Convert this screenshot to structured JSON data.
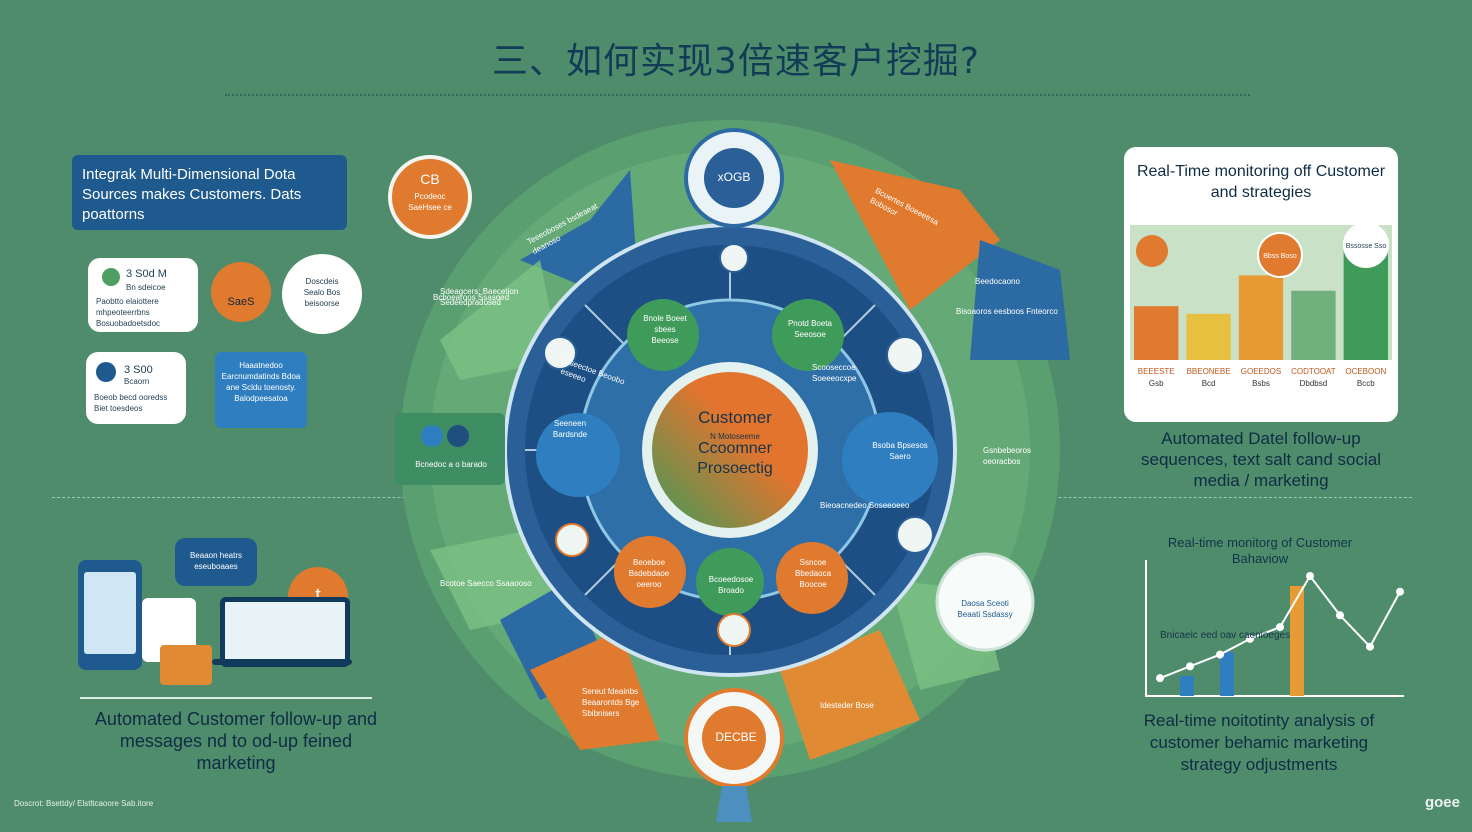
{
  "title": "三、如何实现3倍速客户挖掘?",
  "colors": {
    "background": "#4f8c6c",
    "blue": "#1f5a8e",
    "orange": "#e07a2e",
    "green": "#4f9f63",
    "navy": "#173a5e"
  },
  "left": {
    "header_box": "Integrak Multi-Dimensional Dota Sources makes Customers. Dats poattorns",
    "orange_badge": {
      "big": "CB",
      "small": "Pcodeoc SaeHsee ce"
    },
    "card1": {
      "title": "3 S0d M",
      "sub": "Bn sdeicoe",
      "lines": "Paobtto elaiottere mhpeoteerrbns Bosuobadoetsdoc"
    },
    "scope_badge": "SaeS",
    "bubble1": "Doscdeis Sealo Bos beisoorse",
    "card2": {
      "title": "3 S00",
      "sub": "Bcaorn",
      "lines": "Boeob becd ooredss Biet toesdeos"
    },
    "blue_note": "Haaatnedoo Earcnumdatinds Bdoa ane Scldu toenosty. Balodpeesatoa",
    "teal_box": "Bcnedoc a o barado",
    "arrow_note": "Sdeagcers: Baecetion Sedeedpradosed",
    "chat_bubble": "Beaaon heatrs eseuboaaes",
    "orange_circle": "t",
    "bottom_caption": "Automated Customer follow-up and messages nd to od-up feined marketing"
  },
  "wheel": {
    "top_badge": "xOGB",
    "center": {
      "line1": "Customer",
      "line2": "N Motoseeme",
      "line3": "Ccoomner",
      "line4": "Prosoectig"
    },
    "bottom_badge": "DECBE",
    "segments": [
      {
        "label": "Teeeoboses bsdeaeat deanoso"
      },
      {
        "label": "Bcuertes Boeeetrsa Bobosor"
      },
      {
        "label": "Bisoaoros eesboos Fnteorco"
      },
      {
        "label": "Bcboearoos Ssasoed"
      },
      {
        "label": "Bcotoe Saecco Ssaaooso"
      },
      {
        "label": "Sereut fdeainbs Beaarontds Bge Sbibnisers"
      },
      {
        "label": "Idesteder Bose"
      },
      {
        "label": "Gsnbebeoros oeoracbos"
      }
    ],
    "inner": [
      {
        "label": "Bnole Boeet sbees Beeose"
      },
      {
        "label": "Pnotd Boeta Seeosoe"
      },
      {
        "label": "Seeneen Bardsnde"
      },
      {
        "label": "Bsoba Bpsesos Saero"
      },
      {
        "label": "Beoeboe Bsdebdaoe oeeroo"
      },
      {
        "label": "Bcoeedosoe Broado"
      },
      {
        "label": "Ssncoe Bbedaoca Boocoe"
      },
      {
        "label": "Cseectoe Beoobo eseeeo"
      }
    ],
    "right_card": "Daosa Sceoti Beaati Ssdassy",
    "outer_notes": [
      "Scooseccoe Soeeeocxpe",
      "Bieoacnedeo Soseeoeeo",
      "Beedocaono"
    ]
  },
  "right": {
    "card_title": "Real-Time monitoring off Customer and strategies",
    "chart_data": {
      "type": "bar",
      "categories": [
        "BEEESTE",
        "BBEONEBE",
        "GOEEDOS",
        "CODTOOAT",
        "OCEBOON"
      ],
      "values": [
        35,
        30,
        55,
        45,
        78
      ],
      "value_labels": [
        "Gsb",
        "Bcd",
        "Bsbs",
        "Dbdbsd",
        "Bccb"
      ],
      "callouts": [
        "Bbss Boso",
        "Bssosse Sso"
      ]
    },
    "caption1": "Automated Datel follow-up sequences, text salt cand social media / marketing",
    "line_chart_title": "Real-time monitorg of Customer Bahaviow",
    "line_chart_note": "Bnicaeic eed oav caenioeges",
    "line_chart": {
      "type": "line",
      "series": [
        {
          "values": [
            2,
            5,
            8,
            12,
            15,
            28,
            18,
            10,
            24
          ]
        }
      ],
      "bars": [
        1,
        2,
        0,
        5
      ]
    },
    "caption2": "Real-time noitotinty analysis of customer behamic marketing strategy odjustments"
  },
  "footer": {
    "left": "Doscrot: Bsettdy/ Elstltcaoore Sab.itore",
    "right": "goee"
  }
}
